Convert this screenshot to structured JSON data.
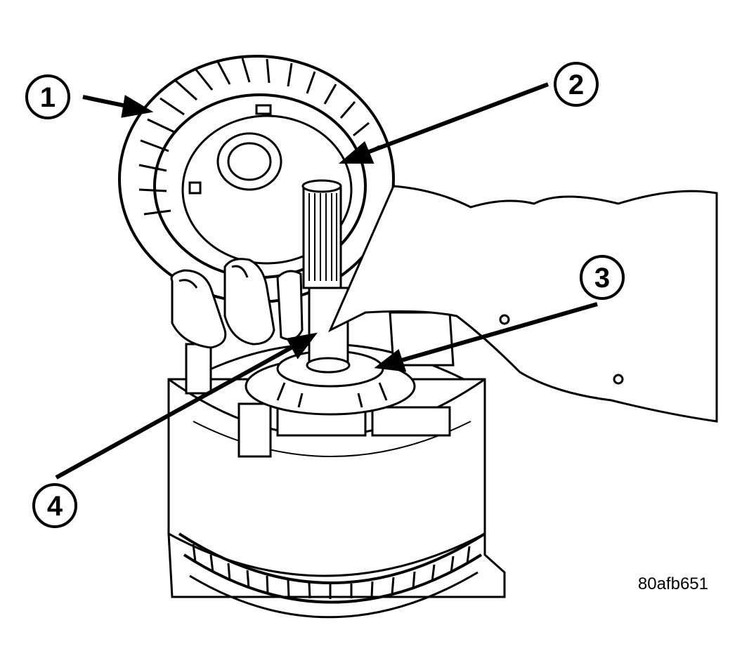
{
  "figure": {
    "figure_id": "80afb651",
    "callouts": [
      {
        "number": "1"
      },
      {
        "number": "2"
      },
      {
        "number": "3"
      },
      {
        "number": "4"
      }
    ]
  },
  "colors": {
    "line": "#000000",
    "background": "#ffffff"
  }
}
